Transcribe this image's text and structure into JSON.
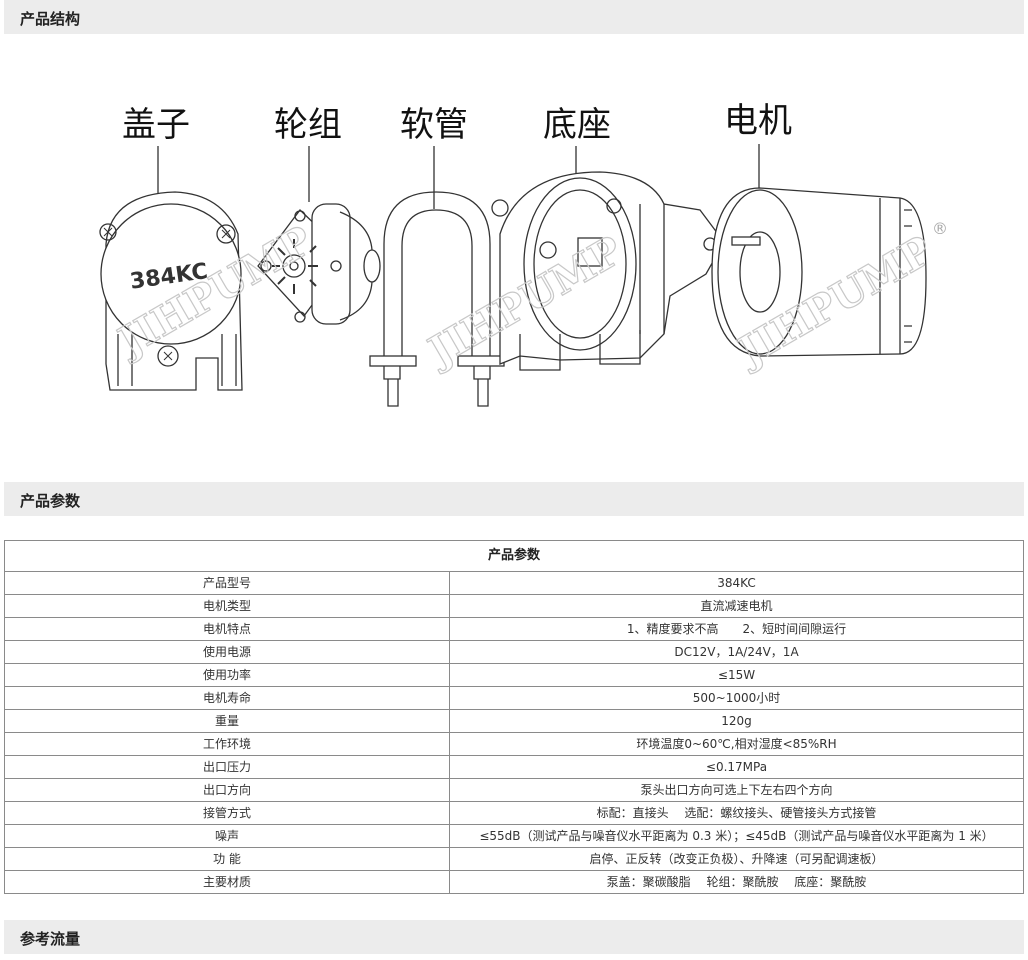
{
  "sections": {
    "structure": "产品结构",
    "params": "产品参数",
    "flow": "参考流量"
  },
  "diagram": {
    "labels": [
      "盖子",
      "轮组",
      "软管",
      "底座",
      "电机"
    ],
    "cover_model_text": "384KC",
    "watermark": "JIHPUMP",
    "registered_mark": "®"
  },
  "table": {
    "title": "产品参数",
    "rows": [
      {
        "name": "产品型号",
        "value": "384KC"
      },
      {
        "name": "电机类型",
        "value": "直流减速电机"
      },
      {
        "name": "电机特点",
        "value": "1、精度要求不高　　2、短时间间隙运行"
      },
      {
        "name": "使用电源",
        "value": "DC12V，1A/24V，1A"
      },
      {
        "name": "使用功率",
        "value": "≤15W"
      },
      {
        "name": "电机寿命",
        "value": "500~1000小时"
      },
      {
        "name": "重量",
        "value": "120g"
      },
      {
        "name": "工作环境",
        "value": "环境温度0~60℃,相对湿度<85%RH"
      },
      {
        "name": "出口压力",
        "value": "≤0.17MPa"
      },
      {
        "name": "出口方向",
        "value": "泵头出口方向可选上下左右四个方向"
      },
      {
        "name": "接管方式",
        "value": "标配：直接头　 选配：螺纹接头、硬管接头方式接管"
      },
      {
        "name": "噪声",
        "value": "≤55dB（测试产品与噪音仪水平距离为 0.3 米）；≤45dB（测试产品与噪音仪水平距离为 1 米）"
      },
      {
        "name": "功  能",
        "value": "启停、正反转（改变正负极）、升降速（可另配调速板）"
      },
      {
        "name": "主要材质",
        "value": "泵盖：聚碳酸脂　 轮组：聚酰胺　 底座：聚酰胺"
      }
    ]
  }
}
